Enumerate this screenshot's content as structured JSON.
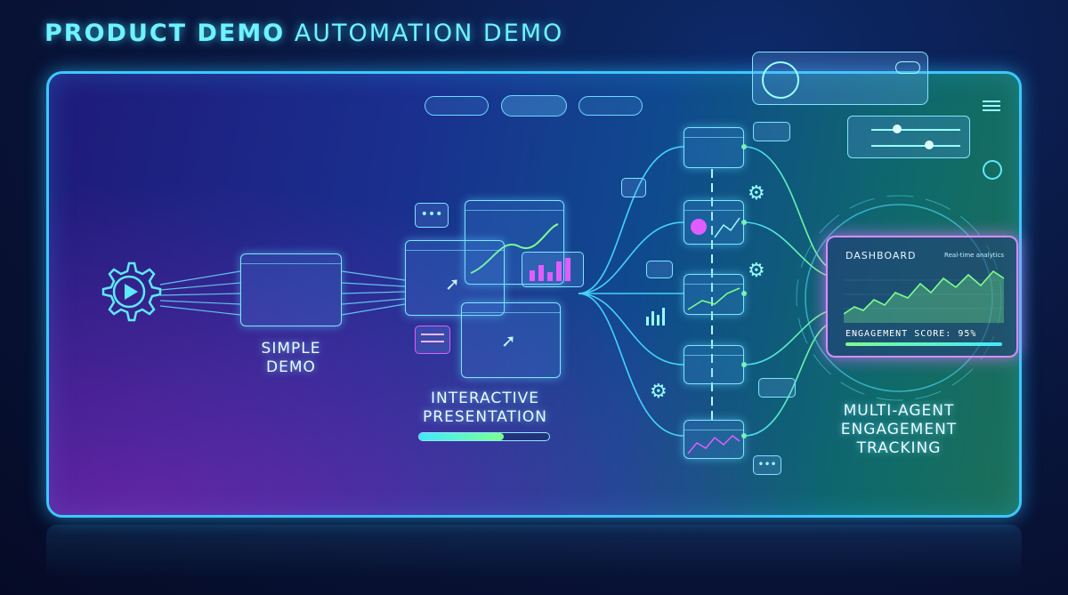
{
  "header": {
    "title_strong": "PRODUCT DEMO",
    "title_light": "AUTOMATION DEMO"
  },
  "stages": {
    "simple": {
      "line1": "SIMPLE",
      "line2": "DEMO"
    },
    "interactive": {
      "line1": "INTERACTIVE",
      "line2": "PRESENTATION",
      "progress": 0.65
    },
    "tracking": {
      "line1": "MULTI-AGENT",
      "line2": "ENGAGEMENT",
      "line3": "TRACKING"
    }
  },
  "dashboard": {
    "title": "DASHBOARD",
    "subtitle": "Real-time analytics",
    "score_label": "ENGAGEMENT SCORE: 95%"
  },
  "icons": {
    "play": "play-gear-icon",
    "menu": "hamburger-menu-icon",
    "robot": "robot-arm-icon",
    "chat": "chat-bubble-icon",
    "cursor": "cursor-click-icon"
  },
  "colors": {
    "accent": "#6ff2ff",
    "green": "#7dff8c",
    "magenta": "#d98cff"
  }
}
